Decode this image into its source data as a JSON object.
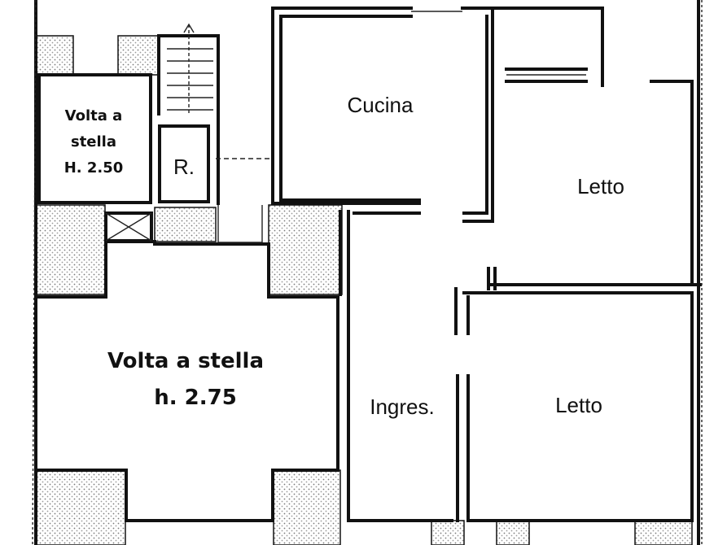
{
  "rooms": {
    "cucina": "Cucina",
    "letto_top": "Letto",
    "letto_bottom": "Letto",
    "ingresso": "Ingres.",
    "ripostiglio": "R.",
    "volta_small": {
      "line1": "Volta a",
      "line2": "stella",
      "line3": "H. 2.50"
    },
    "volta_big": {
      "line1": "Volta a stella",
      "line2": "h. 2.75"
    }
  },
  "colors": {
    "wall": "#111111",
    "hatch": "#8a8a8a",
    "background": "#ffffff"
  }
}
